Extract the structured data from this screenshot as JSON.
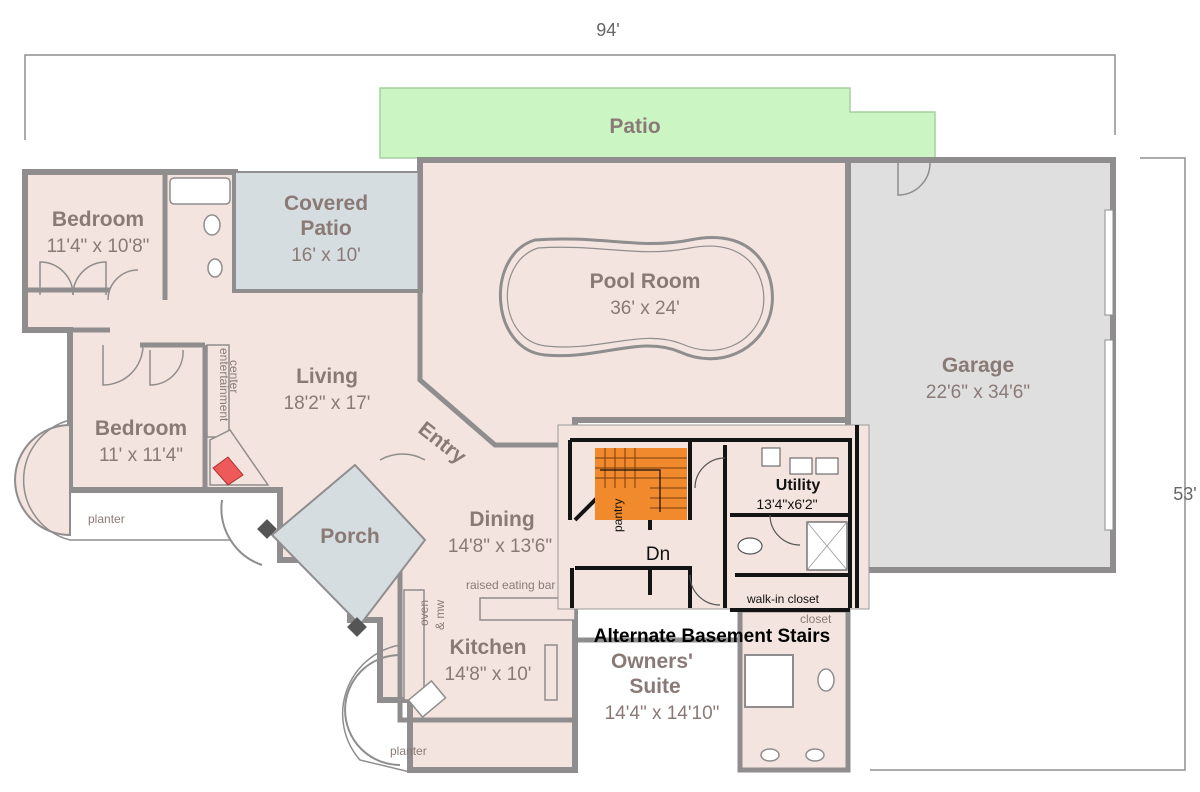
{
  "dimensions": {
    "width_label": "94'",
    "depth_label": "53'"
  },
  "colors": {
    "wall": "#8f8d8d",
    "floor": "#f4e4df",
    "patio": "#ccf5c4",
    "covered": "#d5dde0",
    "garage": "#dfdfdf",
    "accent_text": "#8a7a76",
    "stair": "#f08a2c",
    "fireplace": "#ee5a5a",
    "inset_wall": "#141414"
  },
  "rooms": {
    "patio": {
      "name": "Patio"
    },
    "bedroom_top": {
      "name": "Bedroom",
      "size": "11'4\" x 10'8\""
    },
    "covered_patio": {
      "name_line1": "Covered",
      "name_line2": "Patio",
      "size": "16' x 10'"
    },
    "pool_room": {
      "name": "Pool Room",
      "size": "36' x 24'"
    },
    "garage": {
      "name": "Garage",
      "size": "22'6\" x 34'6\""
    },
    "living": {
      "name": "Living",
      "size": "18'2\" x 17'"
    },
    "bedroom_left": {
      "name": "Bedroom",
      "size": "11' x 11'4\""
    },
    "entry": {
      "name": "Entry"
    },
    "porch": {
      "name": "Porch"
    },
    "dining": {
      "name": "Dining",
      "size": "14'8\" x 13'6\""
    },
    "kitchen": {
      "name": "Kitchen",
      "size": "14'8\" x 10'"
    },
    "owners_suite": {
      "name_line1": "Owners'",
      "name_line2": "Suite",
      "size": "14'4\" x 14'10\""
    }
  },
  "notes": {
    "entertainment_line1": "entertainment",
    "entertainment_line2": "center",
    "planter_left": "planter",
    "planter_bottom": "planter",
    "raised_eating_bar": "raised eating bar",
    "oven_line1": "oven",
    "oven_line2": "& mw",
    "closet": "closet"
  },
  "inset": {
    "caption": "Alternate Basement Stairs",
    "utility_name": "Utility",
    "utility_size": "13'4\"x6'2\"",
    "pantry": "pantry",
    "stair_dn": "Dn",
    "walk_in_closet": "walk-in closet"
  }
}
